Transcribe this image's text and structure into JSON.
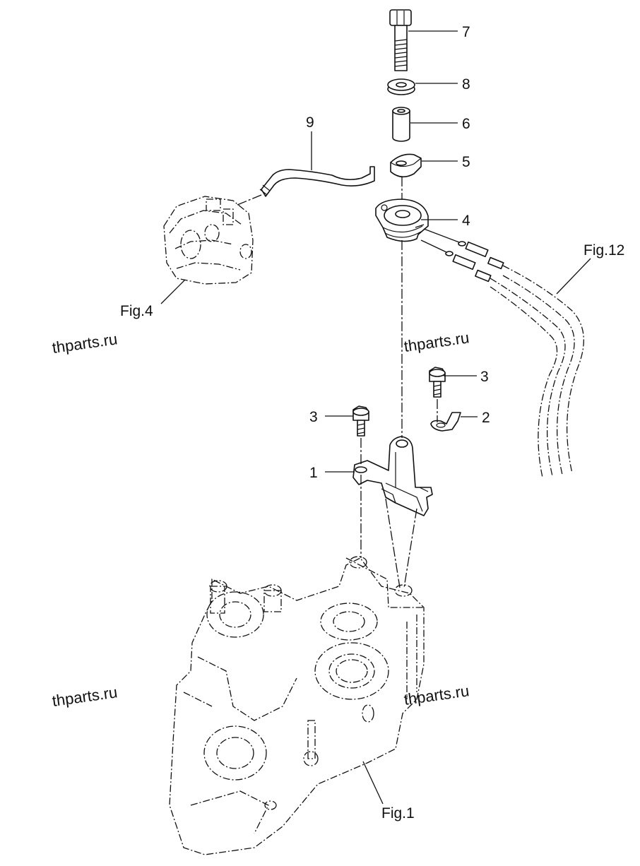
{
  "callouts": {
    "c1": "1",
    "c2": "2",
    "c3a": "3",
    "c3b": "3",
    "c4": "4",
    "c5": "5",
    "c6": "6",
    "c7": "7",
    "c8": "8",
    "c9": "9"
  },
  "figure_refs": {
    "fig1": "Fig.1",
    "fig4": "Fig.4",
    "fig12": "Fig.12"
  },
  "watermarks": [
    "thparts.ru",
    "thparts.ru",
    "thparts.ru",
    "thparts.ru"
  ]
}
